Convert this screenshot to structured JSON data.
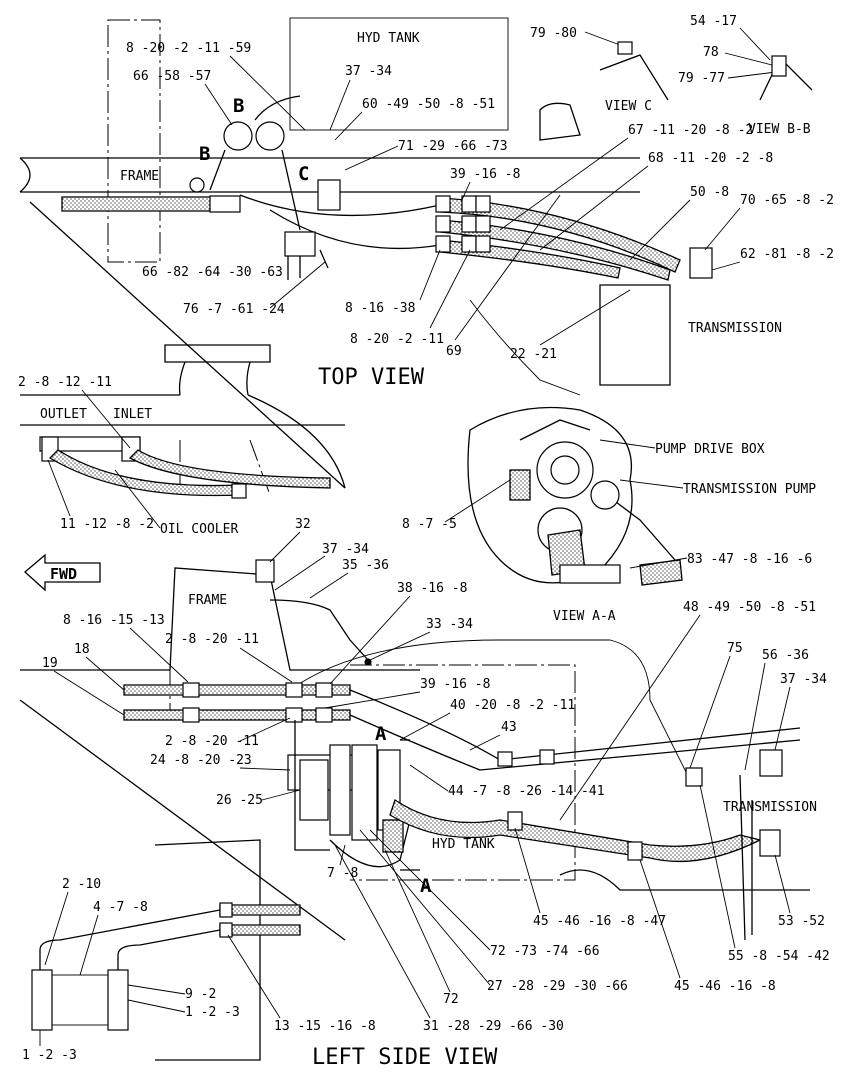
{
  "views": {
    "top": "TOP VIEW",
    "left_side": "LEFT SIDE VIEW",
    "view_c": "VIEW C",
    "view_bb": "VIEW B-B",
    "view_aa": "VIEW A-A"
  },
  "components": {
    "hyd_tank_top": "HYD TANK",
    "frame_top": "FRAME",
    "transmission_top": "TRANSMISSION",
    "outlet": "OUTLET",
    "inlet": "INLET",
    "oil_cooler": "OIL COOLER",
    "pump_drive_box": "PUMP DRIVE BOX",
    "transmission_pump": "TRANSMISSION PUMP",
    "fwd": "FWD",
    "frame_side": "FRAME",
    "hyd_tank_side": "HYD TANK",
    "transmission_side": "TRANSMISSION"
  },
  "view_markers": {
    "b1": "B",
    "b2": "B",
    "c": "C",
    "a1": "A",
    "a2": "A"
  },
  "callouts": {
    "c_8_20_2_11_59": "8 -20 -2 -11 -59",
    "c_66_58_57": "66 -58 -57",
    "c_37_34_top": "37 -34",
    "c_60_49_50_8_51": "60 -49 -50 -8 -51",
    "c_71_29_66_73": "71 -29 -66 -73",
    "c_79_80": "79 -80",
    "c_54_17": "54 -17",
    "c_78": "78",
    "c_79_77": "79 -77",
    "c_67_11_20_8_2": "67 -11 -20 -8 -2",
    "c_68_11_20_2_8": "68 -11 -20 -2 -8",
    "c_39_16_8_top": "39 -16 -8",
    "c_50_8": "50 -8",
    "c_70_65_8_2": "70 -65 -8 -2",
    "c_62_81_8_2": "62 -81 -8 -2",
    "c_66_82_64_30_63": "66 -82 -64 -30 -63",
    "c_76_7_61_24": "76 -7 -61 -24",
    "c_8_16_38": "8 -16 -38",
    "c_8_20_2_11": "8 -20 -2 -11",
    "c_69": "69",
    "c_22_21": "22 -21",
    "c_2_8_12_11": "2 -8 -12 -11",
    "c_11_12_8_2": "11 -12 -8 -2",
    "c_8_7_5": "8 -7 -5",
    "c_83_47_8_16_6": "83 -47 -8 -16 -6",
    "c_32": "32",
    "c_37_34_side": "37 -34",
    "c_35_36": "35 -36",
    "c_38_16_8": "38 -16 -8",
    "c_8_16_15_13": "8 -16 -15 -13",
    "c_2_8_20_11_a": "2 -8 -20 -11",
    "c_33_34": "33 -34",
    "c_48_49_50_8_51": "48 -49 -50 -8 -51",
    "c_75": "75",
    "c_56_36": "56 -36",
    "c_37_34_right": "37 -34",
    "c_18": "18",
    "c_19": "19",
    "c_39_16_8_side": "39 -16 -8",
    "c_40_20_8_2_11": "40 -20 -8 -2 -11",
    "c_43": "43",
    "c_2_8_20_11_b": "2 -8 -20 -11",
    "c_24_8_20_23": "24 -8 -20 -23",
    "c_26_25": "26 -25",
    "c_44_7_8_26_14_41": "44 -7 -8 -26 -14 -41",
    "c_7_8": "7 -8",
    "c_2_10": "2 -10",
    "c_4_7_8": "4 -7 -8",
    "c_45_46_16_8_47": "45 -46 -16 -8 -47",
    "c_53_52": "53 -52",
    "c_72_73_74_66": "72 -73 -74 -66",
    "c_55_8_54_42": "55 -8 -54 -42",
    "c_9_2": "9 -2",
    "c_1_2_3_a": "1 -2 -3",
    "c_27_28_29_30_66": "27 -28 -29 -30 -66",
    "c_45_46_16_8": "45 -46 -16 -8",
    "c_72": "72",
    "c_13_15_16_8": "13 -15 -16 -8",
    "c_31_28_29_66_30": "31 -28 -29 -66 -30",
    "c_1_2_3_b": "1 -2 -3"
  }
}
